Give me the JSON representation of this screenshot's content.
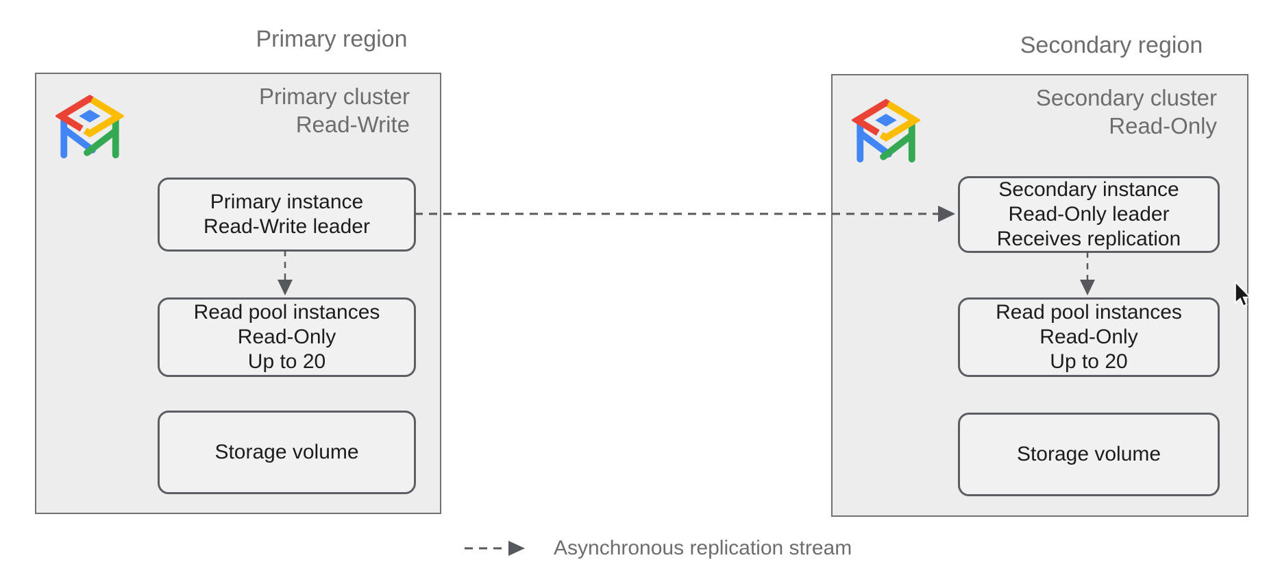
{
  "colors": {
    "cluster_bg": "#EDEDED",
    "cluster_border": "#717171",
    "box_bg": "#F1F1F1",
    "box_border": "#5A5E62",
    "box_text": "#1C1C1C",
    "muted_text": "#6D6D6D",
    "arrow": "#55585C",
    "icon_red": "#EA4335",
    "icon_yellow": "#FBBC04",
    "icon_green": "#34A853",
    "icon_blue": "#4285F4"
  },
  "regions": [
    {
      "label": "Primary region"
    },
    {
      "label": "Secondary region"
    }
  ],
  "clusters": [
    {
      "icon": "alloydb-icon",
      "title_line1": "Primary cluster",
      "title_line2": "Read-Write",
      "boxes": [
        {
          "id": "primary-instance",
          "lines": [
            "Primary instance",
            "Read-Write leader"
          ]
        },
        {
          "id": "read-pool",
          "lines": [
            "Read pool instances",
            "Read-Only",
            "Up to 20"
          ]
        },
        {
          "id": "storage-volume",
          "lines": [
            "Storage volume"
          ]
        }
      ]
    },
    {
      "icon": "alloydb-icon",
      "title_line1": "Secondary cluster",
      "title_line2": "Read-Only",
      "boxes": [
        {
          "id": "secondary-instance",
          "lines": [
            "Secondary instance",
            "Read-Only leader",
            "Receives replication"
          ]
        },
        {
          "id": "read-pool",
          "lines": [
            "Read pool instances",
            "Read-Only",
            "Up to 20"
          ]
        },
        {
          "id": "storage-volume",
          "lines": [
            "Storage volume"
          ]
        }
      ]
    }
  ],
  "legend": {
    "label": "Asynchronous replication stream"
  }
}
